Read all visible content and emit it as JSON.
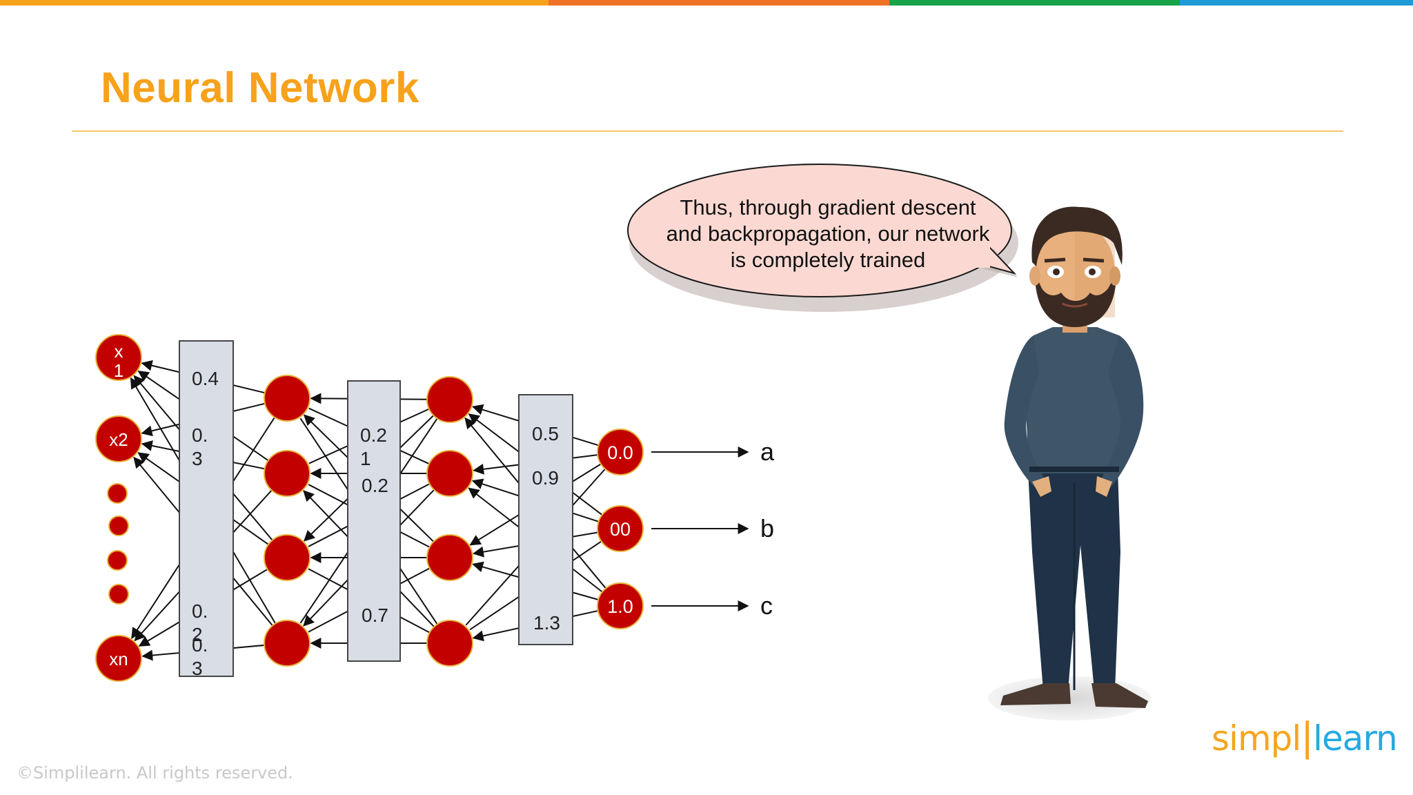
{
  "colors": {
    "title": "#f7a21b",
    "neuron_fill": "#c30000",
    "neuron_stroke": "#e7b33a",
    "weight_box": "#d9dde6",
    "bubble_fill": "#fbd9d2",
    "topbar": [
      "#f7a21b",
      "#ef7227",
      "#16a34a",
      "#1e9ad6"
    ]
  },
  "slide": {
    "title": "Neural Network",
    "speech": "Thus, through gradient descent and backpropagation, our network is completely trained",
    "footer": "©Simplilearn. All rights reserved.",
    "logo": {
      "part1": "simpl",
      "bar": "|",
      "part2": "learn"
    }
  },
  "network": {
    "inputs": [
      {
        "label": "x\n1",
        "id": "x1"
      },
      {
        "label": "x2",
        "id": "x2"
      },
      {
        "label": "xn",
        "id": "xn"
      }
    ],
    "input_dots": 4,
    "box1_values": [
      "0.4",
      "0.\n3",
      "0.\n2",
      "0.\n3"
    ],
    "box2_values": [
      "0.2\n1",
      "0.2",
      "0.7"
    ],
    "box3_values": [
      "0.5",
      "0.9",
      "1.3"
    ],
    "hidden_layer_1": 4,
    "hidden_layer_2": 4,
    "outputs": [
      {
        "value": "0.0",
        "class": "a"
      },
      {
        "value": "00",
        "class": "b"
      },
      {
        "value": "1.0",
        "class": "c"
      }
    ]
  },
  "icons": [
    "presenter-figure",
    "speech-bubble"
  ]
}
